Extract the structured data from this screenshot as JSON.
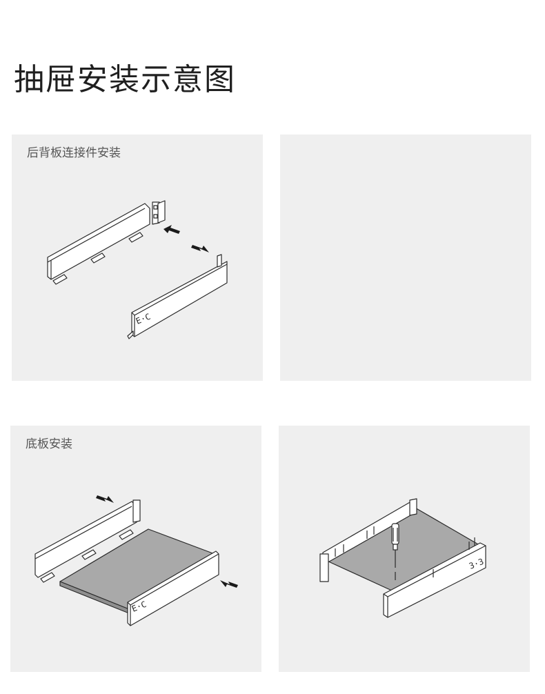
{
  "page": {
    "title": "抽屉安装示意图"
  },
  "panels": [
    {
      "label": "后背板连接件安装"
    },
    {
      "label": ""
    },
    {
      "label": "底板安装"
    },
    {
      "label": ""
    }
  ],
  "colors": {
    "panel_bg": "#efefef",
    "line": "#2a2a2a",
    "board": "#a9a9a9"
  }
}
